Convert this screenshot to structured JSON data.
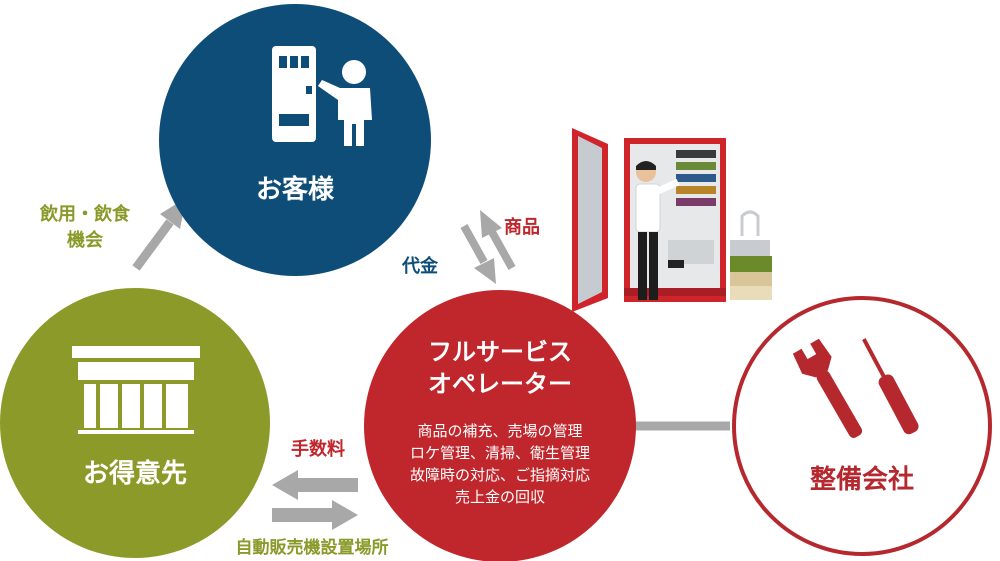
{
  "colors": {
    "customer": "#0e4d77",
    "client": "#8c9a2a",
    "operator": "#c0272d",
    "maintenance_ring": "#b5282e",
    "arrow": "#a8a8a8",
    "label_green": "#8a9a2a",
    "label_blue": "#0e4d77",
    "label_red": "#c0272d"
  },
  "nodes": {
    "customer": {
      "title": "お客様",
      "icon": "person-using-vending-machine-icon"
    },
    "client": {
      "title": "お得意先",
      "icon": "storefront-icon"
    },
    "operator": {
      "title_line1": "フルサービス",
      "title_line2": "オペレーター",
      "services": [
        "商品の補充、売場の管理",
        "ロケ管理、清掃、衛生管理",
        "故障時の対応、ご指摘対応",
        "売上金の回収"
      ]
    },
    "maintenance": {
      "title": "整備会社",
      "icon": "wrench-and-screwdriver-icon"
    }
  },
  "flows": {
    "client_to_customer": {
      "line1": "飲用・飲食",
      "line2": "機会"
    },
    "customer_to_operator": "代金",
    "operator_to_customer": "商品",
    "operator_to_client": "手数料",
    "client_to_operator": "自動販売機設置場所"
  },
  "illustration": {
    "icon": "operator-restocking-vending-machine-illustration"
  }
}
